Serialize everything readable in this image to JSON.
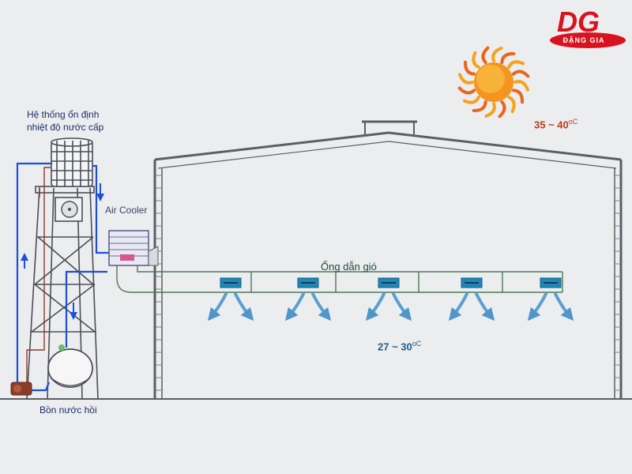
{
  "labels": {
    "system_line1": "Hệ thống ổn định",
    "system_line2": "nhiệt độ nước cấp",
    "air_cooler": "Air Cooler",
    "duct": "Ống dẫn gió",
    "tank": "Bồn nước hồi",
    "temp_outside": "35 ~ 40",
    "temp_inside": "27 ~ 30",
    "degree_unit": "oC"
  },
  "logo": {
    "mark": "DG",
    "name": "ĐẶNG GIA"
  },
  "colors": {
    "background": "#ecedef",
    "building_line": "#5a5e66",
    "water_pipe": "#1d4fd8",
    "return_pipe": "#8b3a2a",
    "duct_line": "#4e7a52",
    "outlet": "#1f86b5",
    "airflow": "#5aa0cf",
    "sun": "#f59a1a",
    "logo_red": "#d8131f"
  },
  "icons": [
    "sun-icon",
    "airflow-arrow-icon",
    "pump-icon",
    "fan-icon",
    "logo-icon"
  ]
}
